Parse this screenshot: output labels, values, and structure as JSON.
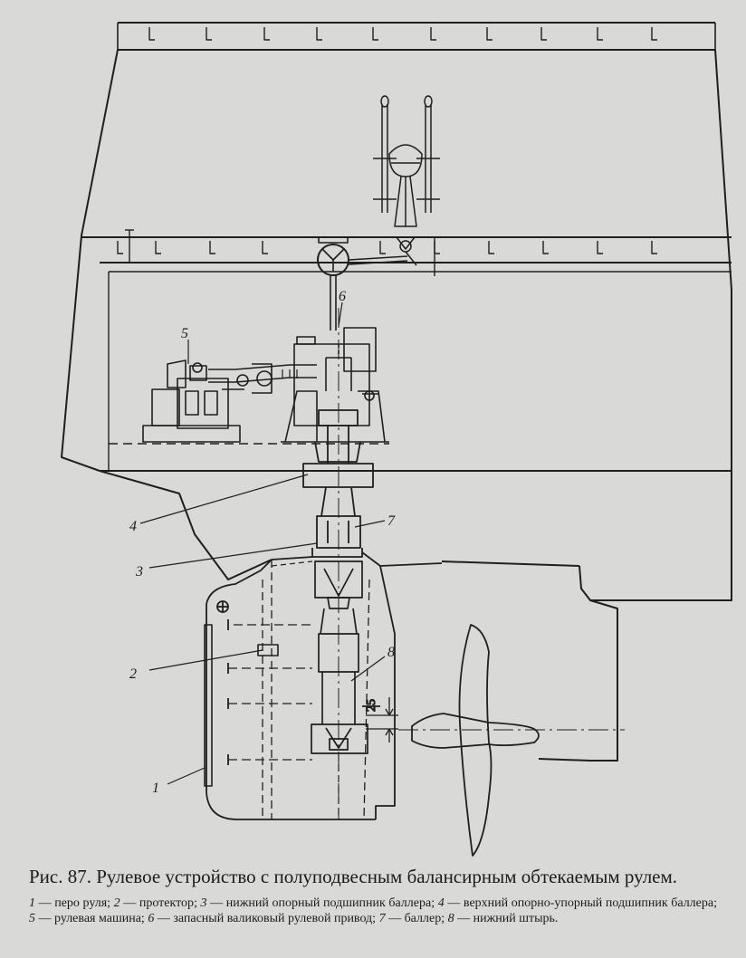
{
  "figure": {
    "callouts": [
      "1",
      "2",
      "3",
      "4",
      "5",
      "6",
      "7",
      "8"
    ],
    "dimension": "25"
  },
  "caption": {
    "title": "Рис. 87. Рулевое устройство с полуподвесным балансирным обтекаемым рулем.",
    "legend": [
      {
        "num": "1",
        "text": " — перо руля; "
      },
      {
        "num": "2",
        "text": " — протектор; "
      },
      {
        "num": "3",
        "text": " — нижний опорный подшипник баллера; "
      },
      {
        "num": "4",
        "text": " — верхний опорно-упорный подшипник баллера; "
      },
      {
        "num": "5",
        "text": " — рулевая машина; "
      },
      {
        "num": "6",
        "text": " — запасный валиковый рулевой привод; "
      },
      {
        "num": "7",
        "text": " — баллер; "
      },
      {
        "num": "8",
        "text": " — нижний штырь."
      }
    ]
  }
}
